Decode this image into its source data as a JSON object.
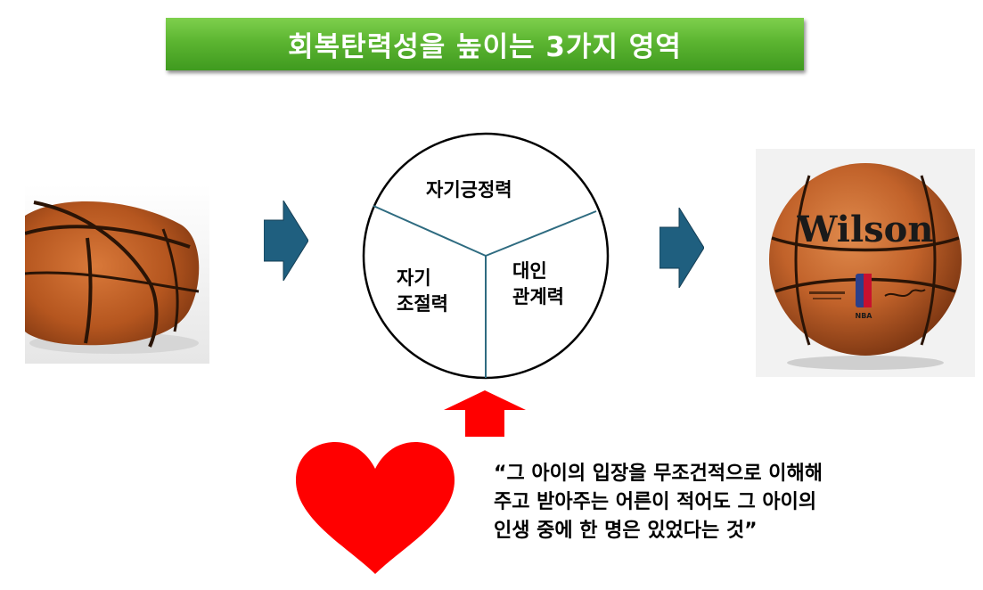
{
  "title": "회복탄력성을 높이는 3가지 영역",
  "segments": {
    "self_esteem": "자기긍정력",
    "self_control_line1": "자기",
    "self_control_line2": "조절력",
    "interpersonal_line1": "대인",
    "interpersonal_line2": "관계력"
  },
  "quote": {
    "line1": "“그 아이의 입장을 무조건적으로 이해해",
    "line2": "주고 받아주는 어른이 적어도 그 아이의",
    "line3": "인생 중에 한 명은 있었다는 것”"
  },
  "logo": {
    "brand": "Wilson",
    "league": "NBA"
  },
  "colors": {
    "title_green": "#5cb531",
    "arrow_blue": "#1f5f7f",
    "arrow_red": "#ff0000",
    "heart_red": "#ff0000",
    "circle_stroke": "#000000",
    "divider_stroke": "#2e6b80",
    "ball_orange": "#c8662a"
  }
}
